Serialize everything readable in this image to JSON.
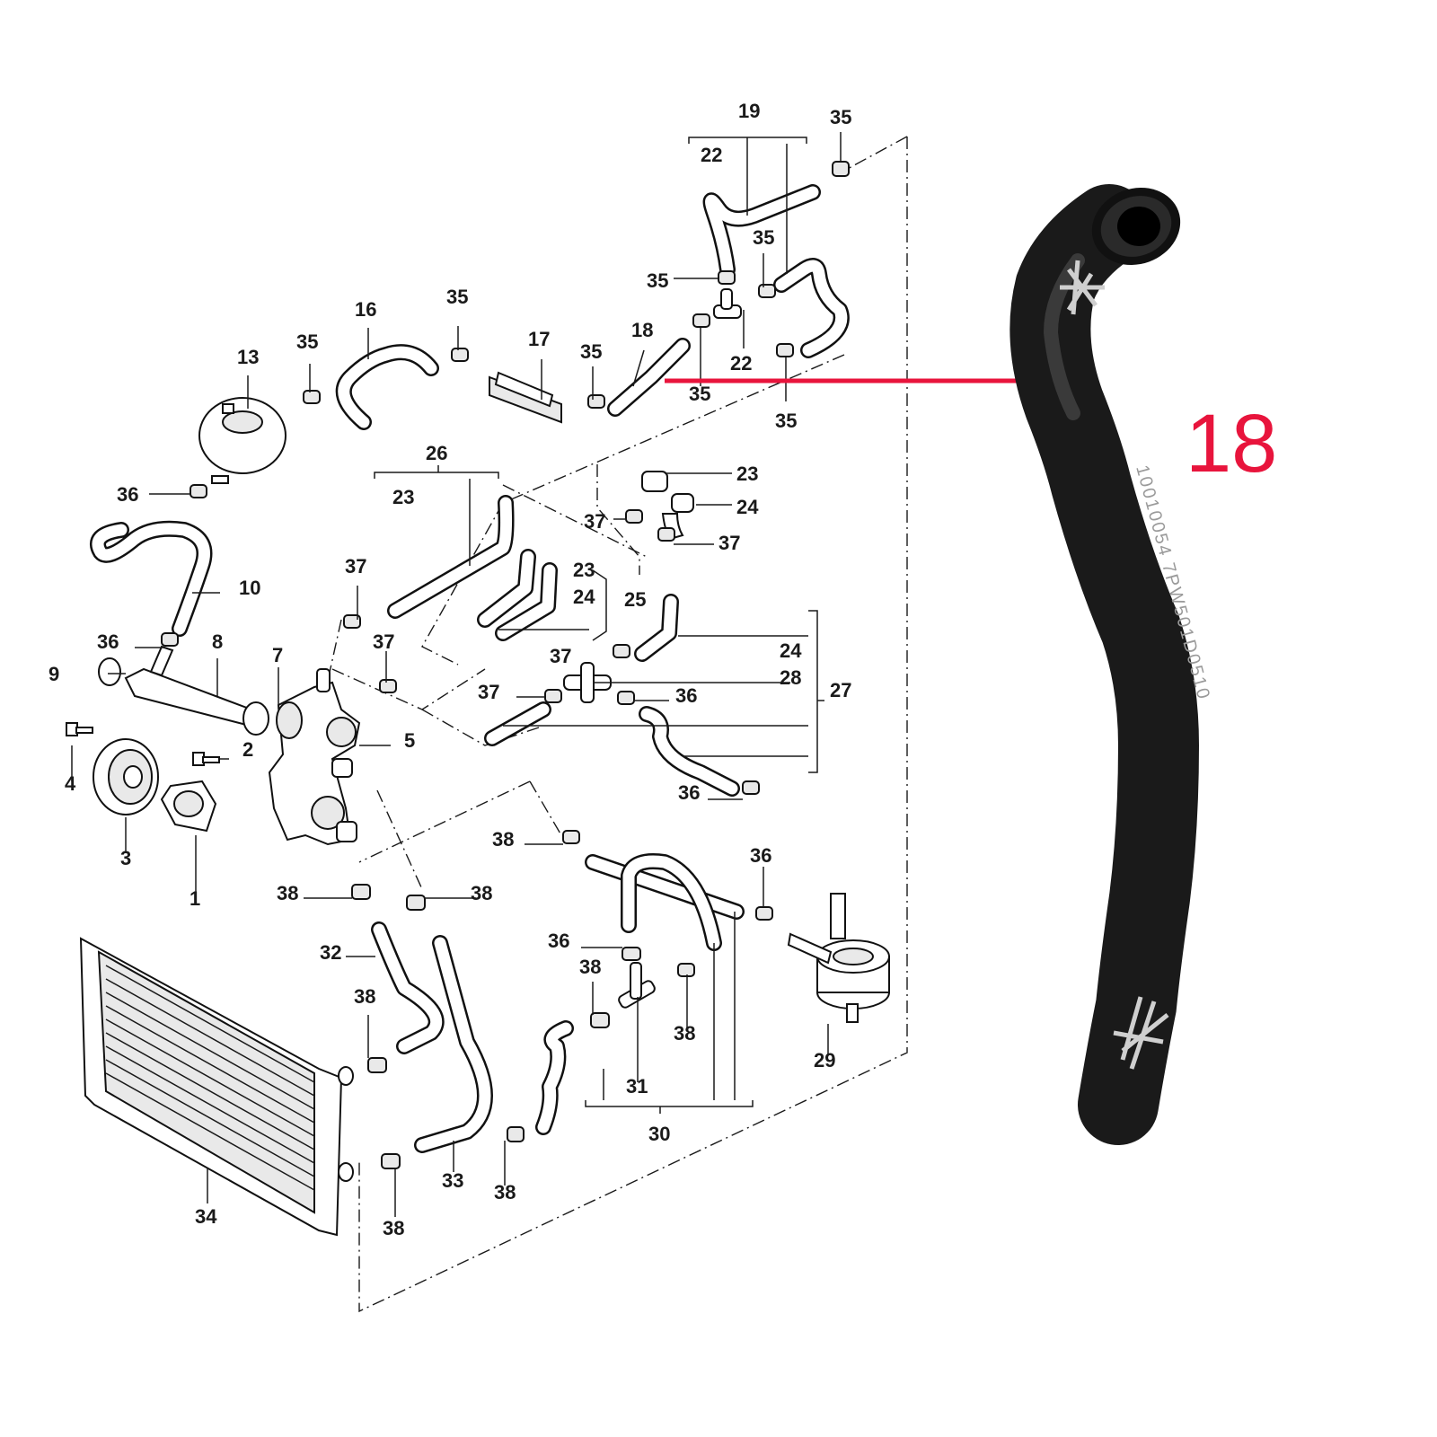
{
  "callouts": {
    "c1": "1",
    "c2": "2",
    "c3": "3",
    "c4": "4",
    "c5": "5",
    "c7": "7",
    "c8": "8",
    "c9": "9",
    "c10": "10",
    "c13": "13",
    "c16": "16",
    "c17": "17",
    "c18": "18",
    "c19": "19",
    "c22": "22",
    "c23": "23",
    "c24": "24",
    "c25": "25",
    "c26": "26",
    "c27": "27",
    "c28": "28",
    "c29": "29",
    "c30": "30",
    "c31": "31",
    "c32": "32",
    "c33": "33",
    "c34": "34",
    "c35": "35",
    "c36": "36",
    "c37": "37",
    "c38": "38"
  },
  "highlight": {
    "part_number": "18",
    "accent_color": "#e8143c"
  },
  "photo": {
    "hose_marking": "10010054 7PW501D0510"
  }
}
